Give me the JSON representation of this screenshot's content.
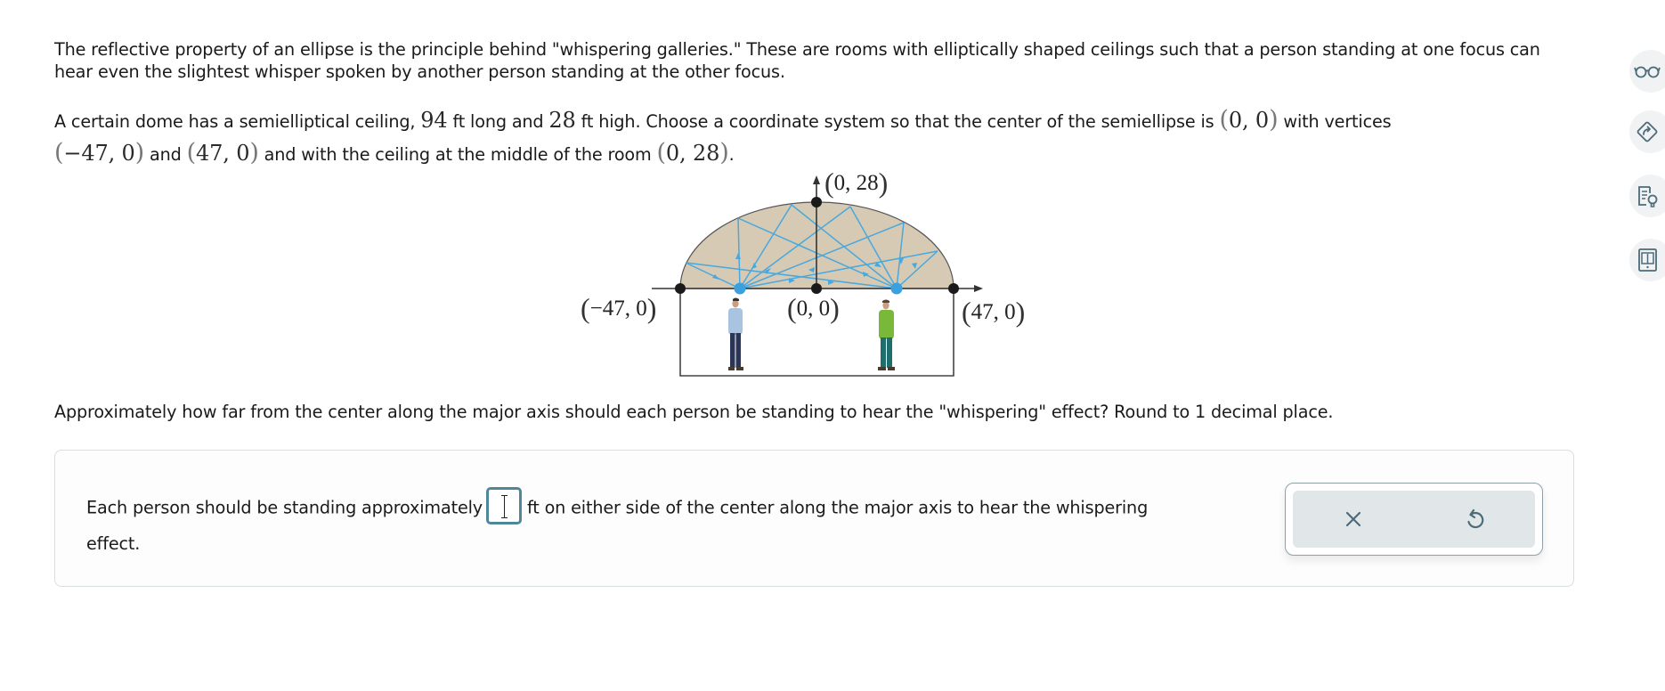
{
  "problem": {
    "intro": "The reflective property of an ellipse is the principle behind \"whispering galleries.\" These are rooms with elliptically shaped ceilings such that a person standing at one focus can hear even the slightest whisper spoken by another person standing at the other focus.",
    "setup": {
      "t1": "A certain dome has a semielliptical ceiling, ",
      "length_value": "94",
      "t2": " ft long and ",
      "height_value": "28",
      "t3": " ft high. Choose a coordinate system so that the center of the semiellipse is ",
      "center": "0, 0",
      "t4": " with vertices",
      "vertex_left": "−47, 0",
      "t5": " and ",
      "vertex_right": "47, 0",
      "t6": " and with the ceiling at the middle of the room ",
      "top": "0, 28",
      "t7": "."
    },
    "question": "Approximately how far from the center along the major axis should each person be standing to hear the \"whispering\" effect? Round to 1 decimal place."
  },
  "figure": {
    "label_top": "0, 28",
    "label_left": "−47, 0",
    "label_center": "0, 0",
    "label_right": "47, 0",
    "colors": {
      "dome_fill": "#d6cab5",
      "ray": "#4aa8dc",
      "focus": "#3aa0e0",
      "vertex": "#1a1a1a",
      "left_person_shirt": "#a8c4e0",
      "left_person_pants": "#2a3558",
      "right_person_jacket": "#7ab83a",
      "right_person_pants": "#1f6e6e"
    }
  },
  "answer": {
    "before": "Each person should be standing approximately",
    "after": "ft on either side of the center along the major axis to hear the whispering effect.",
    "input_value": ""
  },
  "buttons": {
    "clear_icon": "close-icon",
    "undo_icon": "undo-icon"
  },
  "side_tools": [
    {
      "icon": "glasses-icon"
    },
    {
      "icon": "directions-icon"
    },
    {
      "icon": "document-lightbulb-icon"
    },
    {
      "icon": "ebook-icon"
    }
  ],
  "colors": {
    "accent": "#4f8798",
    "icon": "#4d6b78",
    "button_bg": "#e1e6e9"
  }
}
